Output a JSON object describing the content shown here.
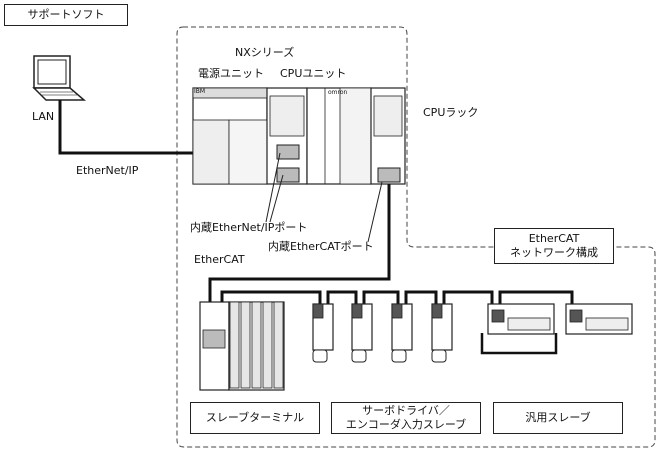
{
  "labels": {
    "support_software": "サポートソフト",
    "lan": "LAN",
    "ethernet_ip": "EtherNet/IP",
    "nx_series": "NXシリーズ",
    "power_unit": "電源ユニット",
    "cpu_unit": "CPUユニット",
    "cpu_rack": "CPUラック",
    "builtin_ethernet_ip_port": "内蔵EtherNet/IPポート",
    "builtin_ethercat_port": "内蔵EtherCATポート",
    "ethercat": "EtherCAT",
    "ethercat_network_line1": "EtherCAT",
    "ethercat_network_line2": "ネットワーク構成",
    "slave_terminal": "スレーブターミナル",
    "servo_line1": "サーボドライバ／",
    "servo_line2": "エンコーダ入力スレーブ",
    "general_slave": "汎用スレーブ"
  },
  "device_text": {
    "power_logo": "IBM",
    "cpu_logo": "omron"
  }
}
